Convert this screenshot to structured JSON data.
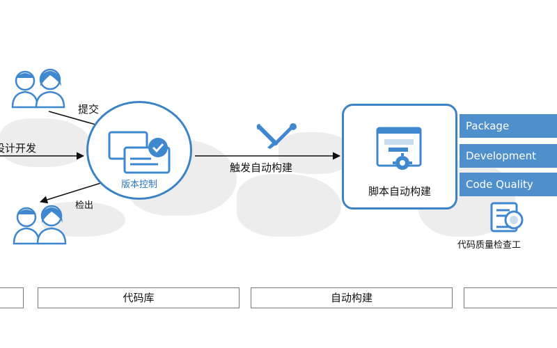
{
  "actors": {
    "submit_label": "提交",
    "design_label": "设计开发",
    "checkout_label": "检出"
  },
  "version_control": {
    "label": "版本控制"
  },
  "trigger": {
    "label": "触发自动构建"
  },
  "script_build": {
    "label": "脚本自动构建"
  },
  "tools": [
    {
      "label": "Package"
    },
    {
      "label": "Development"
    },
    {
      "label": "Code Quality"
    }
  ],
  "quality_tool": {
    "label": "代码质量检查工"
  },
  "stages": [
    {
      "label": ""
    },
    {
      "label": "代码库"
    },
    {
      "label": "自动构建"
    },
    {
      "label": ""
    }
  ],
  "colors": {
    "accent": "#3d82c4",
    "tool_box": "#4f8fcc",
    "icon_blue": "#3f87cf",
    "background_texture": "#e6e6e6"
  }
}
